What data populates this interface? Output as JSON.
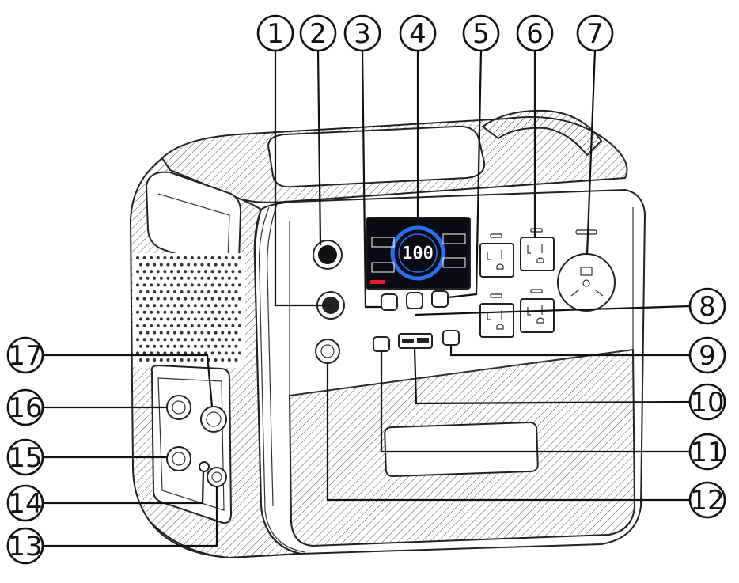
{
  "colors": {
    "line": "#111111",
    "screen_background": "#0b0b14",
    "screen_blue": "#2a6ff0",
    "screen_text": "#ffffff",
    "screen_red": "#e22222"
  },
  "display": {
    "center_value": "100"
  },
  "callouts": [
    {
      "label": "1"
    },
    {
      "label": "2"
    },
    {
      "label": "3"
    },
    {
      "label": "4"
    },
    {
      "label": "5"
    },
    {
      "label": "6"
    },
    {
      "label": "7"
    },
    {
      "label": "8"
    },
    {
      "label": "9"
    },
    {
      "label": "10"
    },
    {
      "label": "11"
    },
    {
      "label": "12"
    },
    {
      "label": "13"
    },
    {
      "label": "14"
    },
    {
      "label": "15"
    },
    {
      "label": "16"
    },
    {
      "label": "17"
    }
  ]
}
